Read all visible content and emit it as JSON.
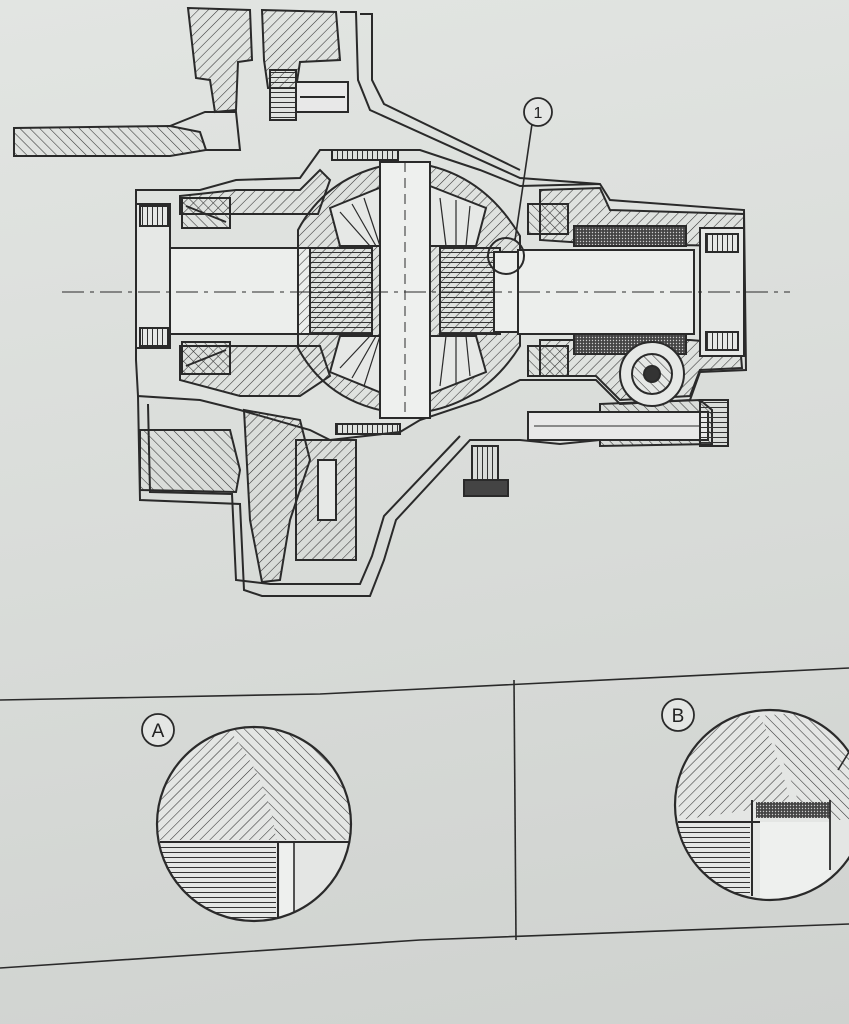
{
  "diagram": {
    "callouts": {
      "main": "1",
      "detail_a": "A",
      "detail_b": "B"
    },
    "colors": {
      "ink": "#2a2a2a",
      "paper": "#dcdfdc"
    }
  }
}
